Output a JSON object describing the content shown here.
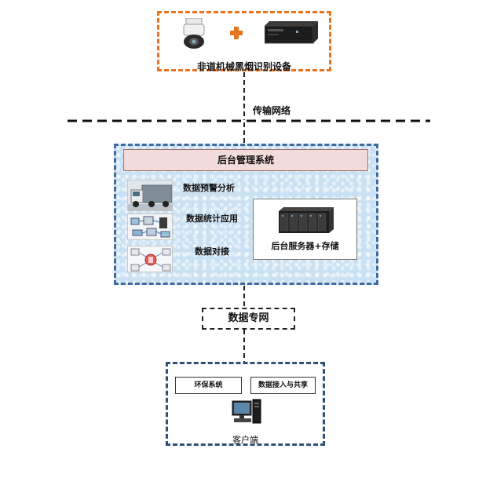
{
  "device": {
    "label": "非道机械黑烟识别设备",
    "plus_color": "#e8741e"
  },
  "network": {
    "label": "传输网络"
  },
  "backend": {
    "title": "后台管理系统",
    "flows": [
      {
        "label": "数据预警分析",
        "icon": "truck-image"
      },
      {
        "label": "数据统计应用",
        "icon": "network-devices-image"
      },
      {
        "label": "数据对接",
        "icon": "data-exchange-image"
      }
    ],
    "server_label": "后台服务器+存储"
  },
  "private_network": {
    "label": "数据专网"
  },
  "client": {
    "systems": [
      {
        "label": "环保系统"
      },
      {
        "label": "数据接入与共享"
      }
    ],
    "label": "客户端"
  },
  "colors": {
    "device_border": "#e8741e",
    "backend_border": "#3e6b9e",
    "backend_fill": "#c9e1f3",
    "title_bar_fill": "#f2dcdb",
    "client_border": "#2f5175"
  }
}
